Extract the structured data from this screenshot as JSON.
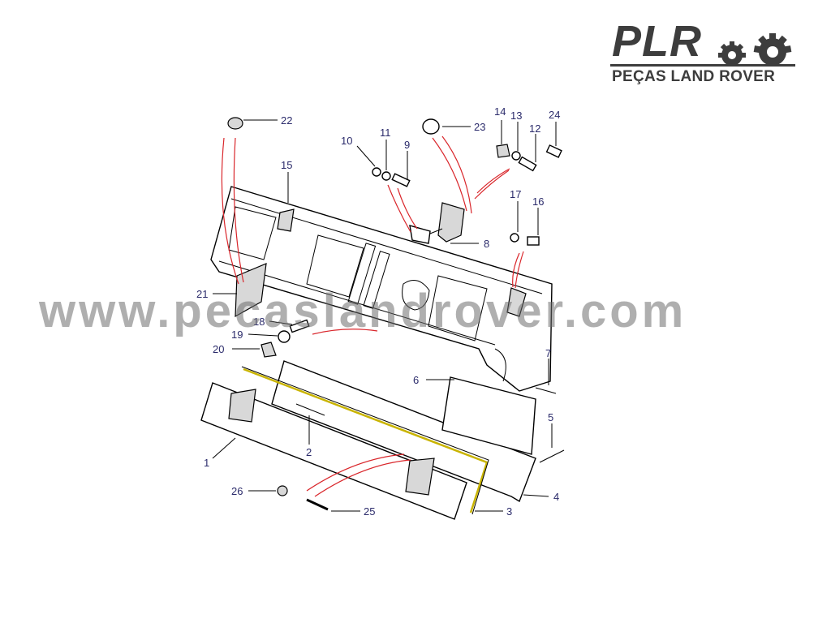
{
  "logo": {
    "brand": "PLR",
    "tagline": "PEÇAS LAND ROVER"
  },
  "watermark": "www.pecaslandrover.com",
  "callouts": {
    "c1": "1",
    "c2": "2",
    "c3": "3",
    "c4": "4",
    "c5": "5",
    "c6": "6",
    "c7": "7",
    "c8": "8",
    "c9": "9",
    "c10": "10",
    "c11": "11",
    "c12": "12",
    "c13": "13",
    "c14": "14",
    "c15": "15",
    "c16": "16",
    "c17": "17",
    "c18": "18",
    "c19": "19",
    "c20": "20",
    "c21": "21",
    "c22": "22",
    "c23": "23",
    "c24": "24",
    "c25": "25",
    "c26": "26"
  }
}
